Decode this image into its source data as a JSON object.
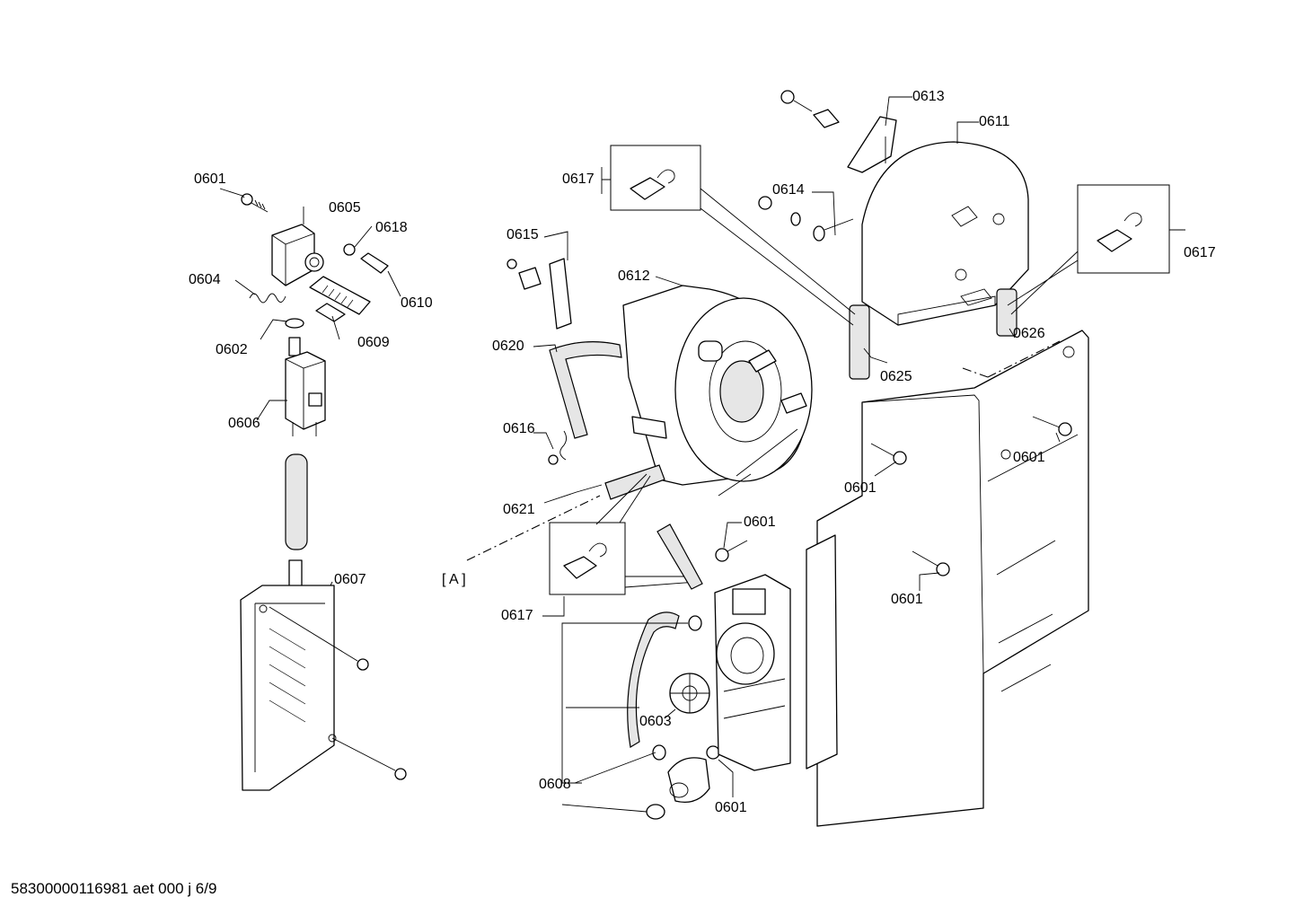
{
  "footer": {
    "doc_code": "58300000116981 aet 000 j 6/9"
  },
  "detail_marker": "[ A ]",
  "callouts": {
    "c0601_a": "0601",
    "c0605": "0605",
    "c0618": "0618",
    "c0604": "0604",
    "c0610": "0610",
    "c0602": "0602",
    "c0609": "0609",
    "c0606": "0606",
    "c0607": "0607",
    "c0613": "0613",
    "c0611": "0611",
    "c0617_a": "0617",
    "c0614": "0614",
    "c0615": "0615",
    "c0612": "0612",
    "c0617_b": "0617",
    "c0626": "0626",
    "c0620": "0620",
    "c0625": "0625",
    "c0616": "0616",
    "c0601_b": "0601",
    "c0601_c": "0601",
    "c0621": "0621",
    "c0601_d": "0601",
    "c0601_e": "0601",
    "c0617_c": "0617",
    "c0603": "0603",
    "c0608": "0608",
    "c0601_f": "0601"
  }
}
